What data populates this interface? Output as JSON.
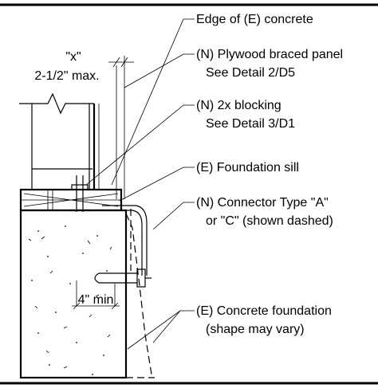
{
  "labels": {
    "edge_concrete": "Edge of (E) concrete",
    "plywood_1": "(N) Plywood braced panel",
    "plywood_2": "See Detail 2/D5",
    "blocking_1": "(N) 2x blocking",
    "blocking_2": "See Detail 3/D1",
    "sill": "(E) Foundation sill",
    "connector_1": "(N) Connector Type \"A\"",
    "connector_2": "or \"C\" (shown dashed)",
    "foundation_1": "(E) Concrete foundation",
    "foundation_2": "(shape may vary)"
  },
  "dimensions": {
    "x_label": "\"x\"",
    "x_max": "2-1/2\" max.",
    "min_embed": "4\" min"
  }
}
